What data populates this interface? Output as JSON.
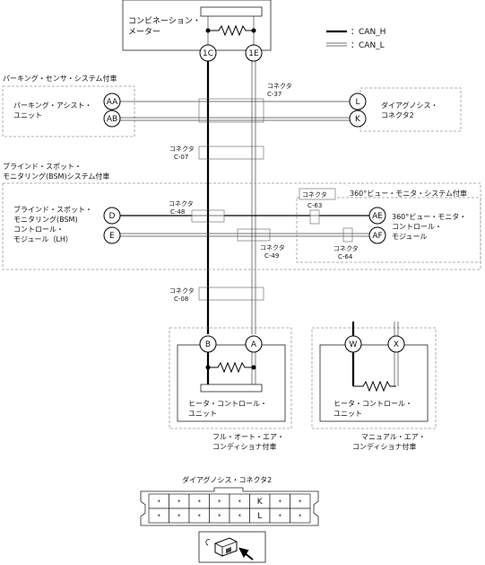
{
  "legend": {
    "can_h": "：CAN_H",
    "can_l": "：CAN_L"
  },
  "combination_meter": {
    "label_1": "コンビネーション・",
    "label_2": "メーター",
    "pin_1": "1C",
    "pin_2": "1E"
  },
  "parking_system": {
    "title": "パーキング・センサ・システム付車",
    "unit_1": "パーキング・アシスト・",
    "unit_2": "ユニット",
    "pin_1": "AA",
    "pin_2": "AB"
  },
  "diag_connector": {
    "label_1": "ダイアグノシス・",
    "label_2": "コネクタ2",
    "pin_1": "L",
    "pin_2": "K"
  },
  "connector_c37": {
    "label_1": "コネクタ",
    "label_2": "C-37"
  },
  "connector_c07": {
    "label_1": "コネクタ",
    "label_2": "C-07"
  },
  "bsm_system": {
    "title_1": "ブラインド・スポット・",
    "title_2": "モニタリング(BSM)システム付車",
    "unit_1": "ブラインド・スポット・",
    "unit_2": "モニタリング(BSM)",
    "unit_3": "コントロール・",
    "unit_4": "モジュール（LH）",
    "pin_1": "D",
    "pin_2": "E"
  },
  "connector_c48": {
    "label_1": "コネクタ",
    "label_2": "C-48"
  },
  "connector_c49": {
    "label_1": "コネクタ",
    "label_2": "C-49"
  },
  "connector_c63": {
    "label_1": "コネクタ",
    "label_2": "C-63"
  },
  "connector_c64": {
    "label_1": "コネクタ",
    "label_2": "C-64"
  },
  "view_360": {
    "title": "360°ビュー・モニタ・システム付車",
    "unit_1": "360°ビュー・モニタ・",
    "unit_2": "コントロール・",
    "unit_3": "モジュール",
    "pin_1": "AE",
    "pin_2": "AF"
  },
  "connector_c08": {
    "label_1": "コネクタ",
    "label_2": "C-08"
  },
  "heater_auto": {
    "unit_1": "ヒータ・コントロール・",
    "unit_2": "ユニット",
    "pin_1": "B",
    "pin_2": "A",
    "caption_1": "フル・オート・エア・",
    "caption_2": "コンディショナ付車"
  },
  "heater_manual": {
    "unit_1": "ヒータ・コントロール・",
    "unit_2": "ユニット",
    "pin_1": "W",
    "pin_2": "X",
    "caption_1": "マニュアル・エア・",
    "caption_2": "コンディショナ付車"
  },
  "diag_face": {
    "title": "ダイアグノシス・コネクタ2",
    "row1": [
      "*",
      "*",
      "*",
      "*",
      "*",
      "K",
      "*",
      "*"
    ],
    "row2": [
      "*",
      "*",
      "*",
      "*",
      "*",
      "L",
      "*",
      "*"
    ]
  },
  "icons": {
    "connector_view": "connector-arrow-icon"
  }
}
